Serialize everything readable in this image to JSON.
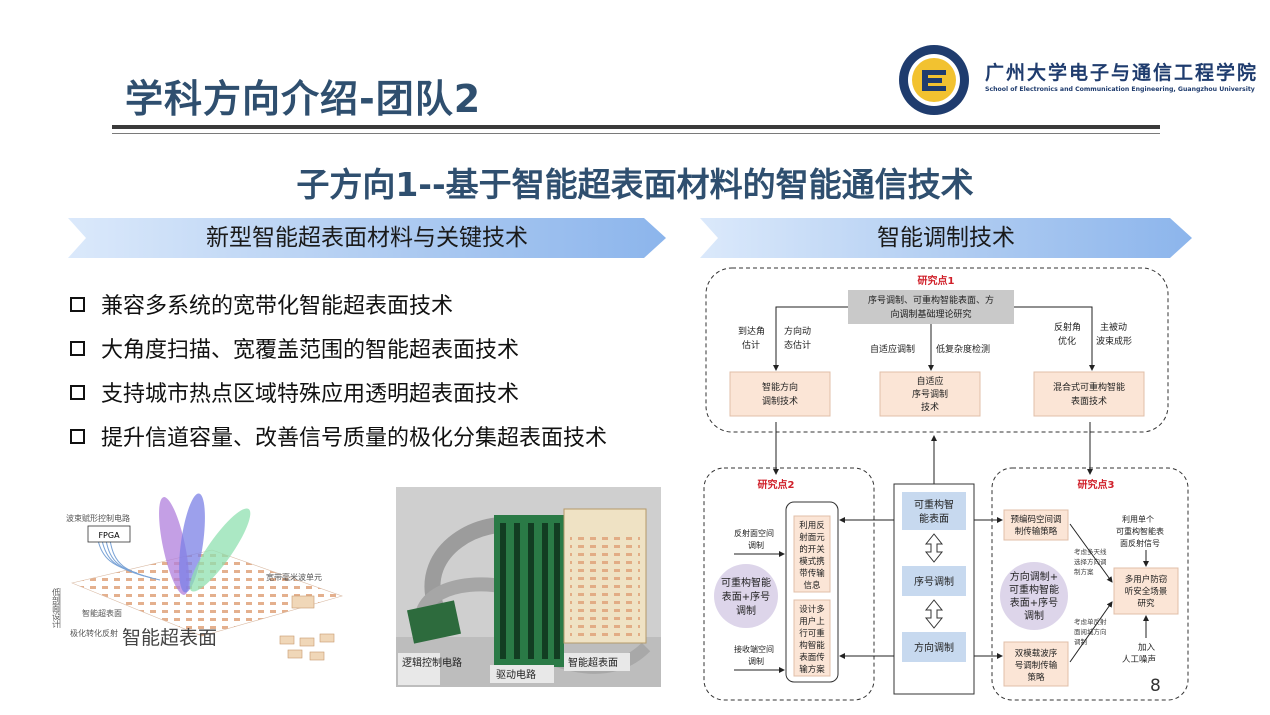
{
  "header": {
    "title": "学科方向介绍-团队2",
    "school_cn": "广州大学电子与通信工程学院",
    "school_en": "School of Electronics and Communication Engineering, Guangzhou University"
  },
  "subtitle": "子方向1--基于智能超表面材料的智能通信技术",
  "banners": {
    "left": "新型智能超表面材料与关键技术",
    "right": "智能调制技术"
  },
  "bullets": [
    "兼容多系统的宽带化智能超表面技术",
    "大角度扫描、宽覆盖范围的智能超表面技术",
    "支持城市热点区域特殊应用透明超表面技术",
    "提升信道容量、改善信号质量的极化分集超表面技术"
  ],
  "metasurface_figure": {
    "ctrl_label": "波束赋形控制电路",
    "fpga": "FPGA",
    "side_label": "低剖面设计",
    "unit_label": "宽带毫米波单元",
    "smart_label": "智能超表面",
    "polar_label": "极化转化反射",
    "caption": "智能超表面"
  },
  "photo_figure": {
    "label_logic": "逻辑控制电路",
    "label_drive": "驱动电路",
    "label_surface": "智能超表面"
  },
  "diagram": {
    "rp1": "研究点1",
    "rp2": "研究点2",
    "rp3": "研究点3",
    "core_line1": "序号调制、可重构智能表面、方",
    "core_line2": "向调制基础理论研究",
    "lbl_doa_1": "到达角",
    "lbl_doa_2": "估计",
    "lbl_dir_1": "方向动",
    "lbl_dir_2": "态估计",
    "lbl_adapt": "自适应调制",
    "lbl_lowc": "低复杂度检测",
    "lbl_refl_1": "反射角",
    "lbl_refl_2": "优化",
    "lbl_beam_1": "主被动",
    "lbl_beam_2": "波束成形",
    "box_dir_1": "智能方向",
    "box_dir_2": "调制技术",
    "box_seq_1": "自适应",
    "box_seq_2": "序号调制",
    "box_seq_3": "技术",
    "box_mix_1": "混合式可重构智能",
    "box_mix_2": "表面技术",
    "mid_ris_1": "可重构智",
    "mid_ris_2": "能表面",
    "mid_seq": "序号调制",
    "mid_dir": "方向调制",
    "rp2_in1_1": "反射面空间",
    "rp2_in1_2": "调制",
    "rp2_in2_1": "接收端空间",
    "rp2_in2_2": "调制",
    "rp2_circle_1": "可重构智能",
    "rp2_circle_2": "表面+序号",
    "rp2_circle_3": "调制",
    "rp2_b1": [
      "利用反",
      "射面元",
      "的开关",
      "模式携",
      "带传输",
      "信息"
    ],
    "rp2_b2": [
      "设计多",
      "用户上",
      "行可重",
      "构智能",
      "表面传",
      "输方案"
    ],
    "rp3_t1_1": "预编码空间调",
    "rp3_t1_2": "制传输策略",
    "rp3_t2_1": "双模载波序",
    "rp3_t2_2": "号调制传输",
    "rp3_t2_3": "策略",
    "rp3_circle_1": "方向调制+",
    "rp3_circle_2": "可重构智能",
    "rp3_circle_3": "表面+序号",
    "rp3_circle_4": "调制",
    "rp3_n1_1": "利用单个",
    "rp3_n1_2": "可重构智能表",
    "rp3_n1_3": "面反射信号",
    "rp3_n2_1": "考虑多天线",
    "rp3_n2_2": "选择方向调",
    "rp3_n2_3": "制方案",
    "rp3_n3_1": "考虑单反射",
    "rp3_n3_2": "面阅城方向",
    "rp3_n3_3": "调制",
    "rp3_sec_1": "多用户防窃",
    "rp3_sec_2": "听安全场景",
    "rp3_sec_3": "研究",
    "rp3_noise_1": "加入",
    "rp3_noise_2": "人工噪声"
  },
  "page_number": "8"
}
